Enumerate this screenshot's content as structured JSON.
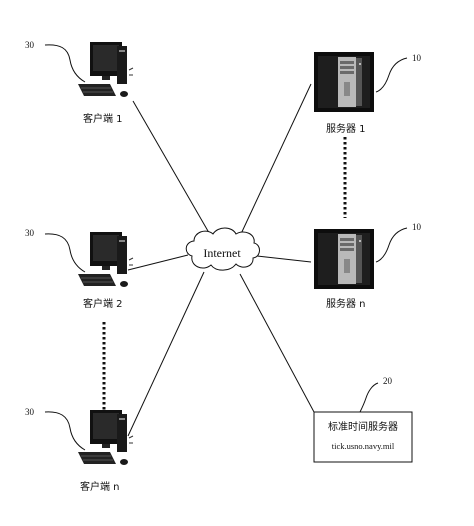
{
  "network": {
    "label": "Internet"
  },
  "clients": [
    {
      "label": "客户端 1",
      "ref": "30"
    },
    {
      "label": "客户端 2",
      "ref": "30"
    },
    {
      "label": "客户端 n",
      "ref": "30"
    }
  ],
  "servers": [
    {
      "label": "服务器 1",
      "ref": "10"
    },
    {
      "label": "服务器  n",
      "ref": "10"
    }
  ],
  "time_server": {
    "title": "标准时间服务器",
    "host": "tick.usno.navy.mil",
    "ref": "20"
  }
}
